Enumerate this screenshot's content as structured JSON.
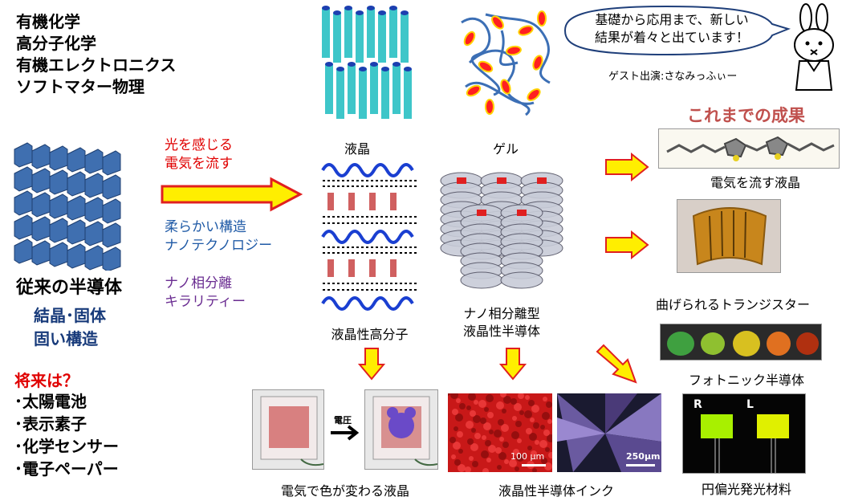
{
  "fields": [
    "有機化学",
    "高分子化学",
    "有機エレクトロニクス",
    "ソフトマター物理"
  ],
  "speech": {
    "line1": "基礎から応用まで、新しい",
    "line2": "結果が着々と出ています！",
    "guest": "ゲスト出演:さなみっふぃー"
  },
  "results_heading": "これまでの成果",
  "left": {
    "arrow_label_1": "光を感じる",
    "arrow_label_2": "電気を流す",
    "soft_1": "柔らかい構造",
    "soft_2": "ナノテクノロジー",
    "nano_1": "ナノ相分離",
    "nano_2": "キラリティー",
    "conventional_title": "従来の半導体",
    "conventional_1": "結晶･固体",
    "conventional_2": "固い構造",
    "future_title": "将来は？",
    "future_items": [
      "･太陽電池",
      "･表示素子",
      "･化学センサー",
      "･電子ペーパー"
    ]
  },
  "center": {
    "lc_label": "液晶",
    "gel_label": "ゲル",
    "lc_polymer_label": "液晶性高分子",
    "nano_sc_1": "ナノ相分離型",
    "nano_sc_2": "液晶性半導体"
  },
  "bottom": {
    "voltage": "電圧",
    "color_change_label": "電気で色が変わる液晶",
    "ink_label": "液晶性半導体インク",
    "scale_1": "100 μm",
    "scale_2": "250μm"
  },
  "right": {
    "conducting_lc": "電気を流す液晶",
    "flex_transistor": "曲げられるトランジスター",
    "photonic": "フォトニック半導体",
    "cp_r": "R",
    "cp_l": "L",
    "cp_label": "円偏光発光材料"
  },
  "colors": {
    "cylinder": "#3ec6c9",
    "cylinder_top": "#1c3fb0",
    "arrow_fill": "#ffee00",
    "arrow_stroke": "#e02020",
    "heading": "#c0504d"
  }
}
